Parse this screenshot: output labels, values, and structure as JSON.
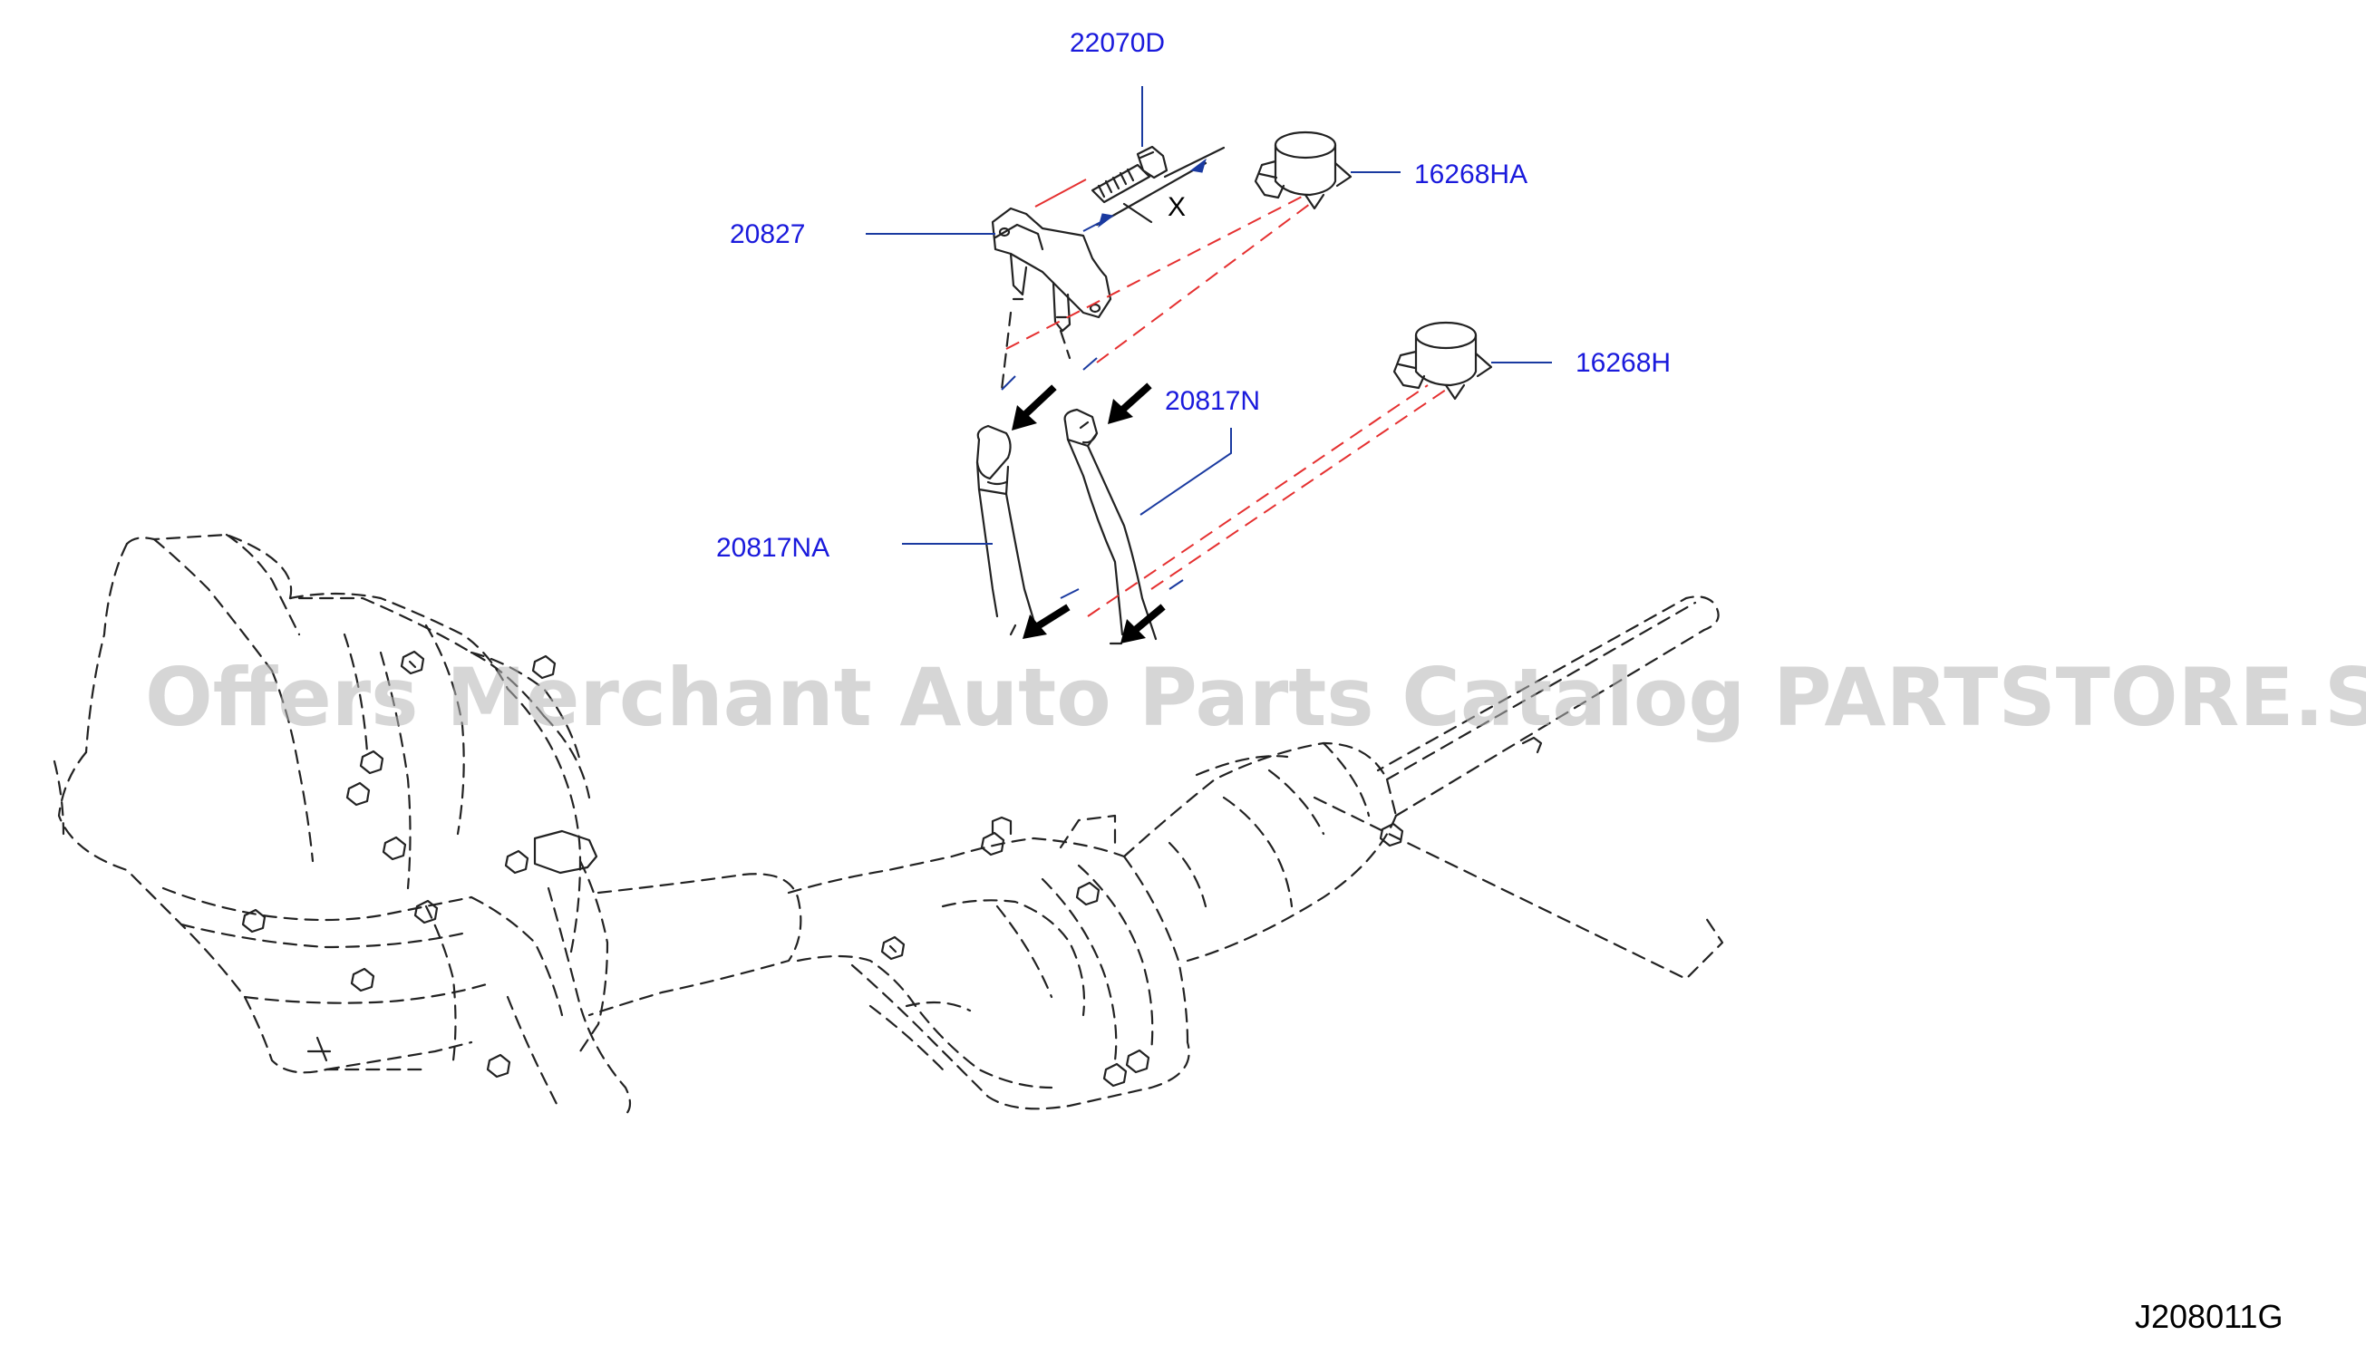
{
  "callouts": {
    "bolt": "22070D",
    "sensor": "20827",
    "clip_a": "16268HA",
    "clip_b": "16268H",
    "hose_n": "20817N",
    "hose_na": "20817NA"
  },
  "dimension_label": "X",
  "diagram_code": "J208011G",
  "watermark": "Offers Merchant Auto Parts Catalog PARTSTORE.SA",
  "colors": {
    "callout_text": "#1a1adc",
    "leader_line": "#1a3aa0",
    "guide_line": "#e53030",
    "drawing": "#222222"
  }
}
